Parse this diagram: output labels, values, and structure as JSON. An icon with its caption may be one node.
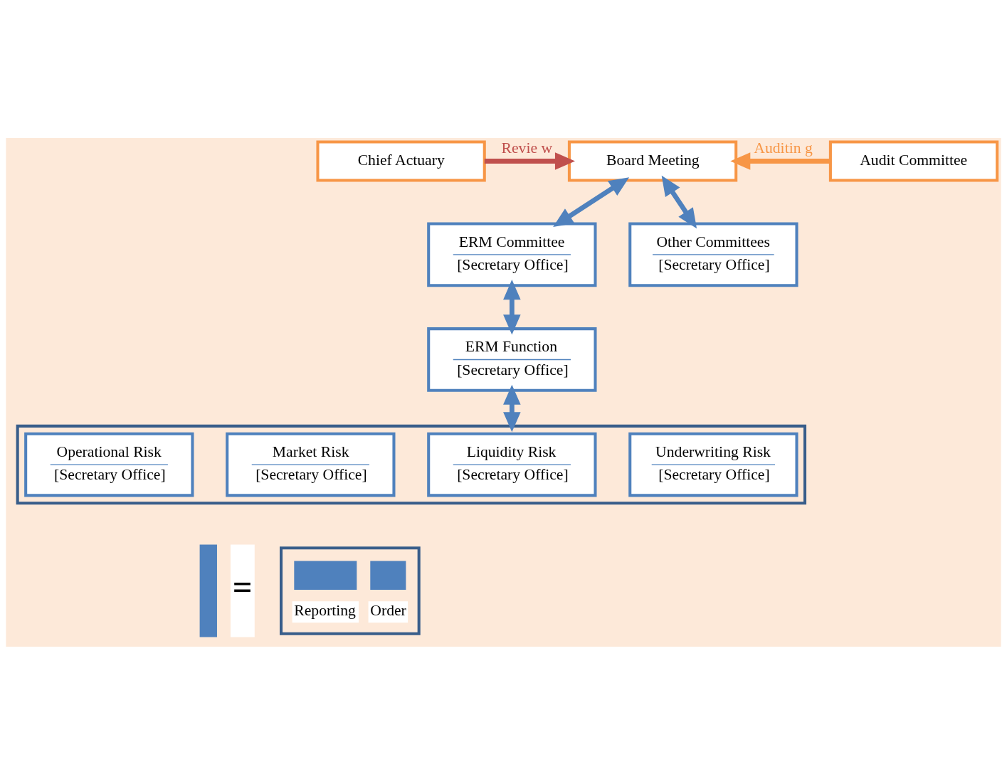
{
  "diagram": {
    "nodes": [
      {
        "text": [
          "Chief Actuary"
        ]
      },
      {
        "text": [
          "Board Meeting"
        ]
      },
      {
        "text": [
          "Audit Committee"
        ]
      },
      {
        "text": [
          "ERM Committee",
          "[Secretary Office]"
        ]
      },
      {
        "text": [
          "Other Committees",
          "[Secretary Office]"
        ]
      },
      {
        "text": [
          "ERM Function",
          "[Secretary Office]"
        ]
      },
      {
        "text": [],
        "shape": "box"
      },
      {
        "text": [
          "Underwriting Risk",
          "[Secretary Office]"
        ],
        "in": 6
      },
      {
        "text": [
          "Liquidity Risk",
          "[Secretary Office]"
        ],
        "in": 6
      },
      {
        "text": [
          "Market Risk",
          "[Secretary Office]"
        ],
        "in": 6
      },
      {
        "text": [
          "Operational Risk",
          "[Secretary Office]"
        ],
        "in": 6
      }
    ],
    "edges": [
      {
        "from": 0,
        "to": 1,
        "arrow": "to",
        "label": "Revie w",
        "color": "#c0504d"
      },
      {
        "from": 2,
        "to": 1,
        "arrow": "to",
        "label": "Auditin g",
        "color": "#f79646"
      },
      {
        "from": 1,
        "to": 3,
        "arrow": "both"
      },
      {
        "from": 1,
        "to": 4,
        "arrow": "both"
      },
      {
        "from": 3,
        "to": 5,
        "arrow": "both"
      },
      {
        "from": 5,
        "to": 6,
        "arrow": "both"
      }
    ],
    "labels": [
      "="
    ],
    "legend": [
      {
        "text": "Reporting"
      },
      {
        "text": "Order"
      }
    ]
  }
}
